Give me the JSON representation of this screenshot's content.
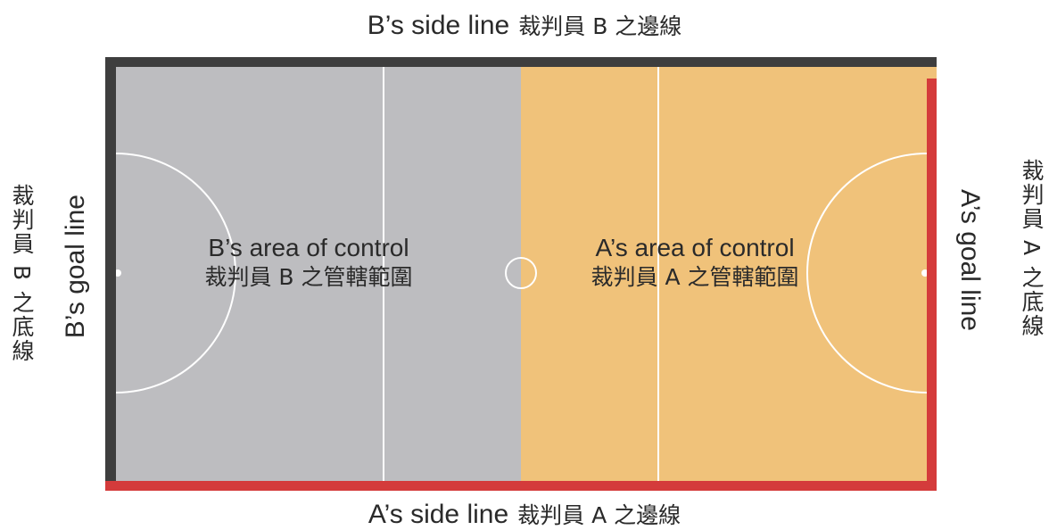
{
  "top_side_line": {
    "en": "B’s side line",
    "zh": "裁判員 B 之邊線"
  },
  "bottom_side_line": {
    "en": "A’s side line",
    "zh": "裁判員 A 之邊線"
  },
  "left_goal_line": {
    "en": "B’s goal line",
    "zh": "裁判員 B 之底線"
  },
  "right_goal_line": {
    "en": "A’s goal line",
    "zh": "裁判員 A 之底線"
  },
  "area_b": {
    "en": "B’s area of control",
    "zh": "裁判員 B 之管轄範圍"
  },
  "area_a": {
    "en": "A’s area of control",
    "zh": "裁判員 A 之管轄範圍"
  },
  "colors": {
    "area_b": "#bdbdc0",
    "area_a": "#f0c27a",
    "line_b": "#3e3e3e",
    "line_a": "#d43b3b",
    "court_markings": "#ffffff"
  }
}
